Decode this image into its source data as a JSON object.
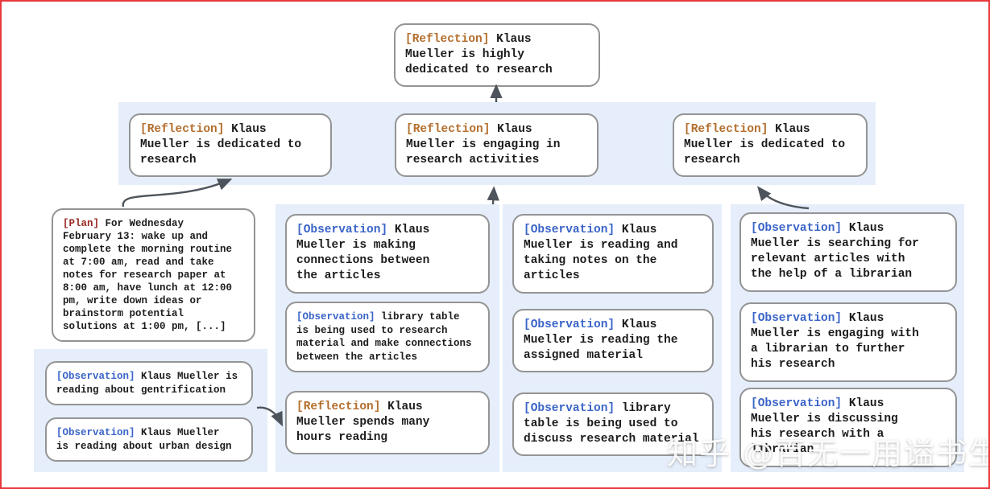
{
  "colors": {
    "reflection_tag": "#b46e2d",
    "observation_tag": "#3a64c8",
    "plan_tag": "#9a2a23",
    "band_background": "#e5eefa",
    "node_border": "#949494",
    "arrow": "#4e545b",
    "frame_border": "#e8383d"
  },
  "root": {
    "tag": "[Reflection]",
    "text": "Klaus\nMueller is highly\ndedicated to research"
  },
  "reflection_row": [
    {
      "tag": "[Reflection]",
      "text": "Klaus\nMueller is dedicated to\nresearch"
    },
    {
      "tag": "[Reflection]",
      "text": "Klaus\nMueller is engaging in\nresearch activities"
    },
    {
      "tag": "[Reflection]",
      "text": "Klaus\nMueller is dedicated to\nresearch"
    }
  ],
  "plan": {
    "tag": "[Plan]",
    "text": "For Wednesday\nFebruary 13: wake up and\ncomplete the morning routine\nat 7:00 am, read and take\nnotes for research paper at\n8:00 am, have lunch at 12:00\npm, write down ideas or\nbrainstorm potential\nsolutions at 1:00 pm, [...]"
  },
  "left_group": [
    {
      "tag": "[Observation]",
      "text": "Klaus Mueller is\nreading about gentrification"
    },
    {
      "tag": "[Observation]",
      "text": "Klaus Mueller\nis reading about urban design"
    }
  ],
  "columns": [
    {
      "nodes": [
        {
          "tag": "[Observation]",
          "text": "Klaus\nMueller is making\nconnections between\nthe articles"
        },
        {
          "tag": "[Observation]",
          "text": "library table\nis being used to research\nmaterial and make connections\nbetween the articles"
        },
        {
          "tag": "[Reflection]",
          "text": "Klaus\nMueller spends many\nhours reading"
        }
      ]
    },
    {
      "nodes": [
        {
          "tag": "[Observation]",
          "text": "Klaus\nMueller is reading and\ntaking notes on the\narticles"
        },
        {
          "tag": "[Observation]",
          "text": "Klaus\nMueller is reading the\nassigned material"
        },
        {
          "tag": "[Observation]",
          "text": "library\ntable is being used to\ndiscuss research material"
        }
      ]
    },
    {
      "nodes": [
        {
          "tag": "[Observation]",
          "text": "Klaus\nMueller is searching for\nrelevant articles with\nthe help of a librarian"
        },
        {
          "tag": "[Observation]",
          "text": "Klaus\nMueller is engaging with\na librarian to further\nhis research"
        },
        {
          "tag": "[Observation]",
          "text": "Klaus\nMueller is discussing\nhis research with a\nlibrarian"
        }
      ]
    }
  ],
  "watermark": "知乎 @百无一用谥书生"
}
